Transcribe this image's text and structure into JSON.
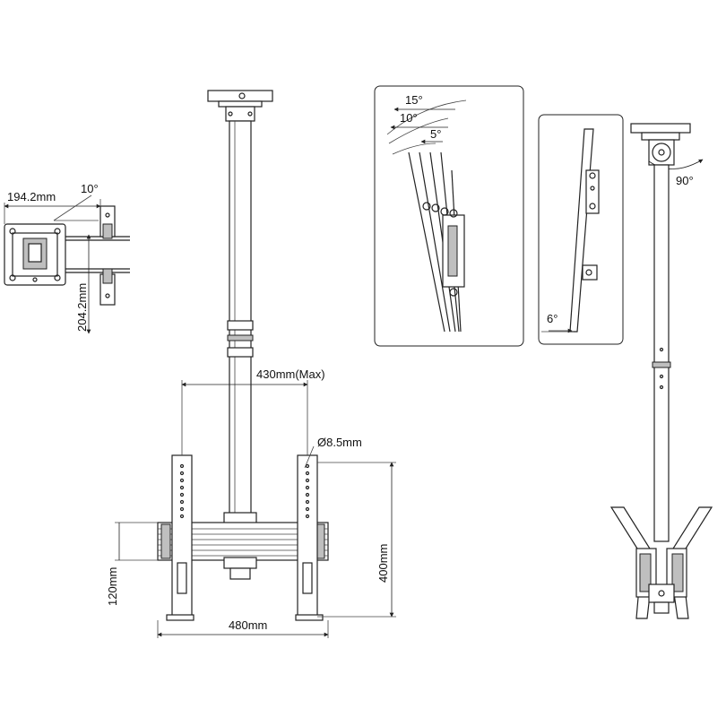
{
  "labels": {
    "top_width": "194.2mm",
    "top_angle": "10°",
    "top_height": "204.2mm",
    "span_max": "430mm(Max)",
    "hole_diameter": "Ø8.5mm",
    "rail_width": "480mm",
    "bracket_height": "400mm",
    "rail_offset": "120mm",
    "tilt_15": "15°",
    "tilt_10": "10°",
    "tilt_5": "5°",
    "tilt_6": "6°",
    "swivel": "90°"
  }
}
